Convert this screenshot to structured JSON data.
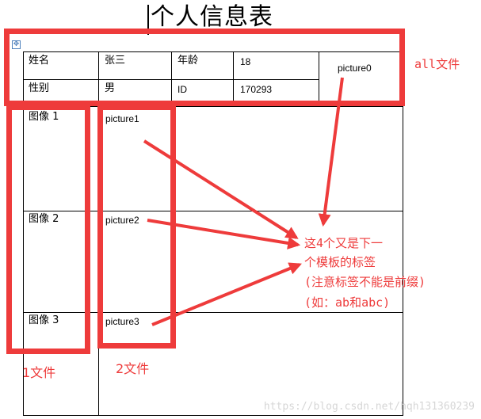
{
  "doc_title": "个人信息表",
  "table": {
    "name_label": "姓名",
    "name_value": "张三",
    "age_label": "年龄",
    "age_value": "18",
    "gender_label": "性别",
    "gender_value": "男",
    "id_label": "ID",
    "id_value": "170293",
    "picture0": "picture0",
    "rows": [
      {
        "label": "图像 1",
        "placeholder": "picture1"
      },
      {
        "label": "图像 2",
        "placeholder": "picture2"
      },
      {
        "label": "图像 3",
        "placeholder": "picture3"
      }
    ]
  },
  "annotations": {
    "all_file": "all文件",
    "file1": "1文件",
    "file2": "2文件",
    "note_lines": [
      "这4个又是下一",
      "个模板的标签",
      "(注意标签不能是前缀)",
      "(如：ab和abc)"
    ]
  },
  "colors": {
    "annotation_red": "#ee3b3b",
    "text": "#000000"
  },
  "watermark": "https://blog.csdn.net/hqh131360239"
}
